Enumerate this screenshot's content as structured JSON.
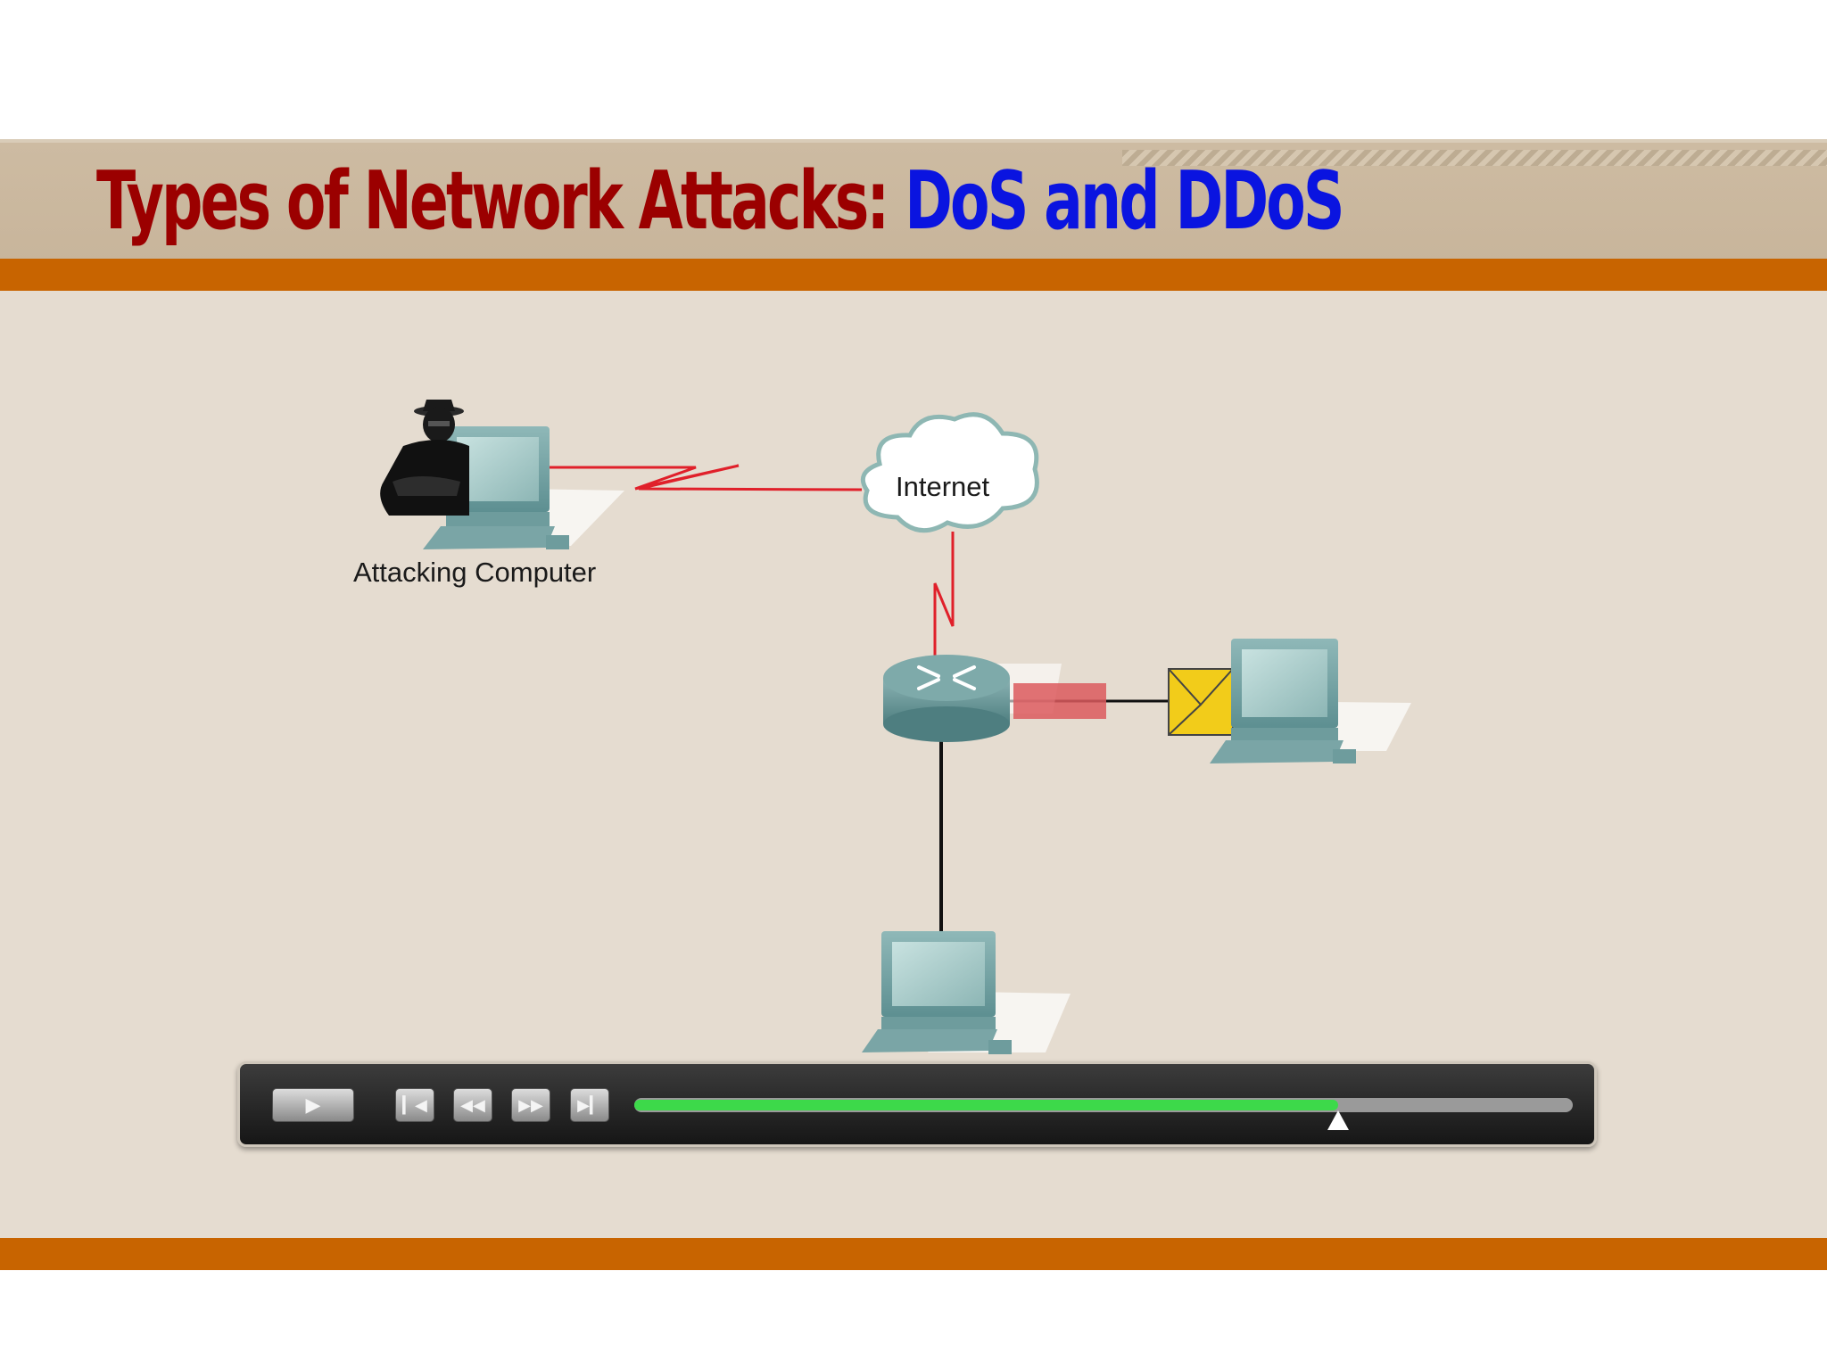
{
  "slide": {
    "title_part1": "Types of Network Attacks: ",
    "title_part2": "DoS and DDoS"
  },
  "diagram": {
    "attacking_label": "Attacking Computer",
    "internet_label": "Internet"
  },
  "player": {
    "play_icon": "play-icon",
    "buttons": [
      "skip-to-start-icon",
      "rewind-icon",
      "fast-forward-icon",
      "skip-to-end-icon"
    ],
    "progress": 0.75
  },
  "colors": {
    "title_red": "#9b0000",
    "title_blue": "#0a14e0",
    "accent_orange": "#c86400",
    "progress_green": "#3dd94a",
    "link_red": "#e0202a"
  }
}
